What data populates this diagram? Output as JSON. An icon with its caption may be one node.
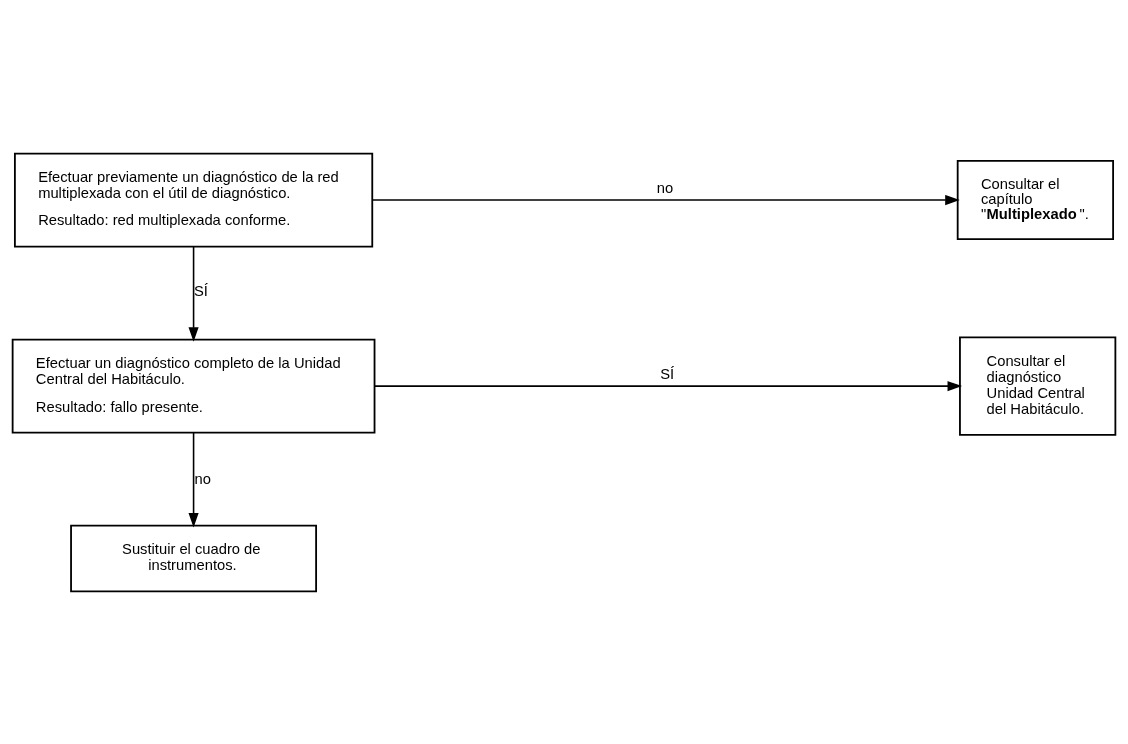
{
  "diagram": {
    "nodes": [
      {
        "text": [
          "Efectuar previamente un diagnóstico de la red multiplexada con el útil de diagnóstico.",
          "Resultado: red multiplexada conforme."
        ]
      },
      {
        "text": [
          "Consultar el capítulo \"**Multiplexado**\"."
        ]
      },
      {
        "text": [
          "Efectuar un diagnóstico completo de la Unidad Central del Habitáculo.",
          "Resultado: fallo presente."
        ]
      },
      {
        "text": [
          "Consultar el diagnóstico Unidad Central del Habitáculo."
        ]
      },
      {
        "text": [
          "Sustituir el cuadro de instrumentos."
        ]
      }
    ],
    "edges": [
      {
        "from": 0,
        "to": 1,
        "arrow": "to",
        "label": "no"
      },
      {
        "from": 0,
        "to": 2,
        "arrow": "to",
        "label": "SÍ"
      },
      {
        "from": 2,
        "to": 3,
        "arrow": "to",
        "label": "SÍ"
      },
      {
        "from": 2,
        "to": 4,
        "arrow": "to",
        "label": "no"
      }
    ]
  }
}
